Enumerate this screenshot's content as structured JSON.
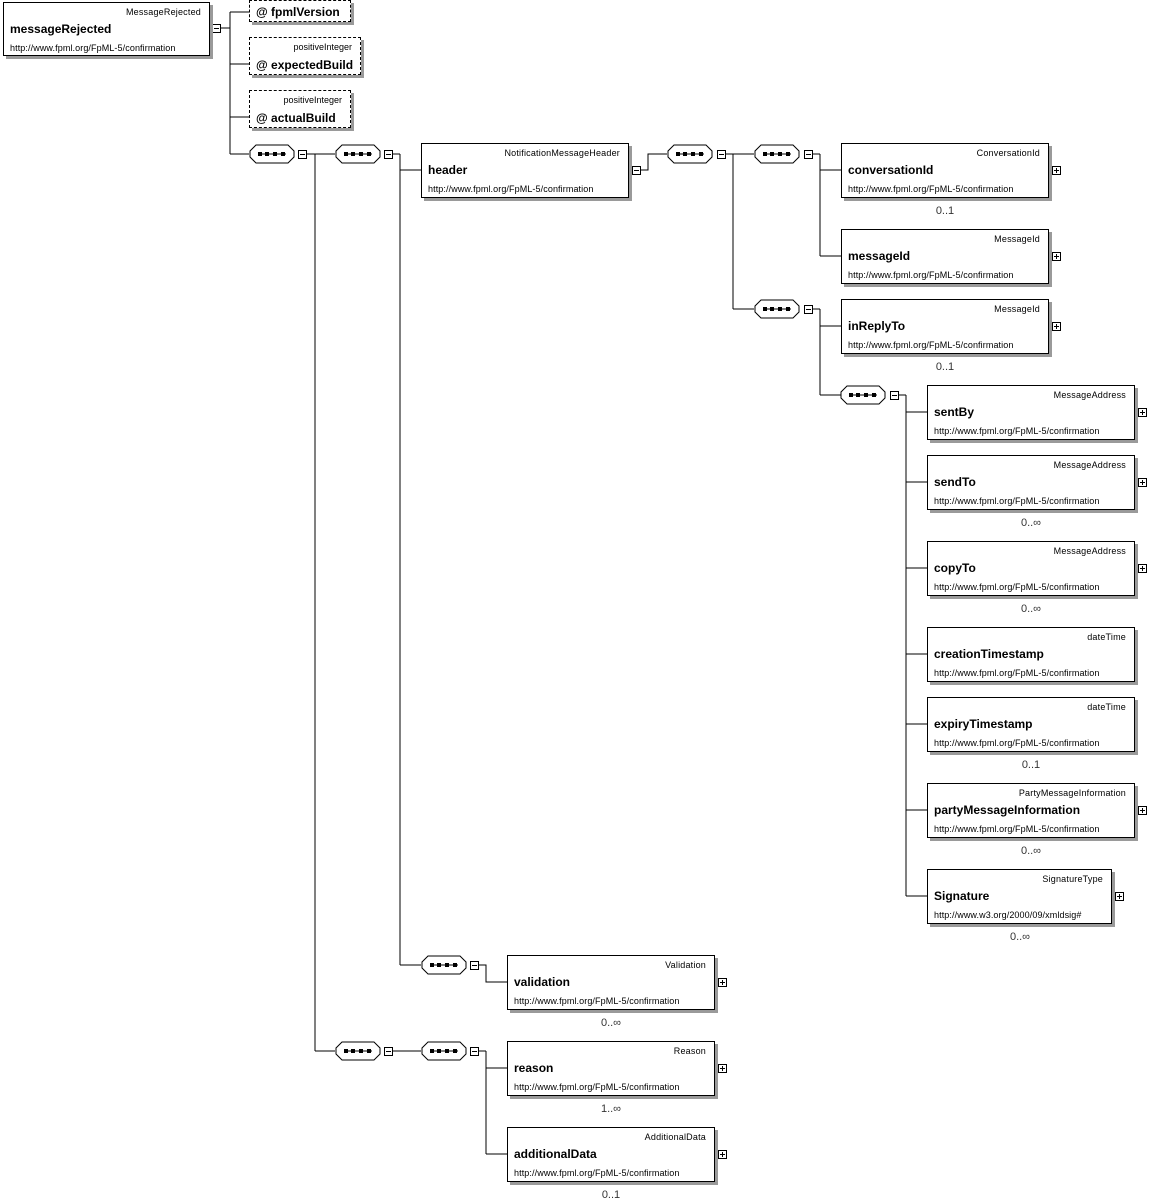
{
  "root": {
    "type": "MessageRejected",
    "name": "messageRejected",
    "namespace": "http://www.fpml.org/FpML-5/confirmation"
  },
  "attributes": [
    {
      "symbol": "@",
      "name": "fpmlVersion",
      "type": ""
    },
    {
      "symbol": "@",
      "name": "expectedBuild",
      "type": "positiveInteger"
    },
    {
      "symbol": "@",
      "name": "actualBuild",
      "type": "positiveInteger"
    }
  ],
  "elements": [
    {
      "type": "NotificationMessageHeader",
      "name": "header",
      "namespace": "http://www.fpml.org/FpML-5/confirmation",
      "cardinality": ""
    },
    {
      "type": "ConversationId",
      "name": "conversationId",
      "namespace": "http://www.fpml.org/FpML-5/confirmation",
      "cardinality": "0..1"
    },
    {
      "type": "MessageId",
      "name": "messageId",
      "namespace": "http://www.fpml.org/FpML-5/confirmation",
      "cardinality": ""
    },
    {
      "type": "MessageId",
      "name": "inReplyTo",
      "namespace": "http://www.fpml.org/FpML-5/confirmation",
      "cardinality": "0..1"
    },
    {
      "type": "MessageAddress",
      "name": "sentBy",
      "namespace": "http://www.fpml.org/FpML-5/confirmation",
      "cardinality": ""
    },
    {
      "type": "MessageAddress",
      "name": "sendTo",
      "namespace": "http://www.fpml.org/FpML-5/confirmation",
      "cardinality": "0..∞"
    },
    {
      "type": "MessageAddress",
      "name": "copyTo",
      "namespace": "http://www.fpml.org/FpML-5/confirmation",
      "cardinality": "0..∞"
    },
    {
      "type": "dateTime",
      "name": "creationTimestamp",
      "namespace": "http://www.fpml.org/FpML-5/confirmation",
      "cardinality": ""
    },
    {
      "type": "dateTime",
      "name": "expiryTimestamp",
      "namespace": "http://www.fpml.org/FpML-5/confirmation",
      "cardinality": "0..1"
    },
    {
      "type": "PartyMessageInformation",
      "name": "partyMessageInformation",
      "namespace": "http://www.fpml.org/FpML-5/confirmation",
      "cardinality": "0..∞"
    },
    {
      "type": "SignatureType",
      "name": "Signature",
      "namespace": "http://www.w3.org/2000/09/xmldsig#",
      "cardinality": "0..∞"
    },
    {
      "type": "Validation",
      "name": "validation",
      "namespace": "http://www.fpml.org/FpML-5/confirmation",
      "cardinality": "0..∞"
    },
    {
      "type": "Reason",
      "name": "reason",
      "namespace": "http://www.fpml.org/FpML-5/confirmation",
      "cardinality": "1..∞"
    },
    {
      "type": "AdditionalData",
      "name": "additionalData",
      "namespace": "http://www.fpml.org/FpML-5/confirmation",
      "cardinality": "0..1"
    }
  ],
  "colors": {
    "line": "#000000",
    "shadow": "#9a9a9a",
    "background": "#ffffff"
  }
}
